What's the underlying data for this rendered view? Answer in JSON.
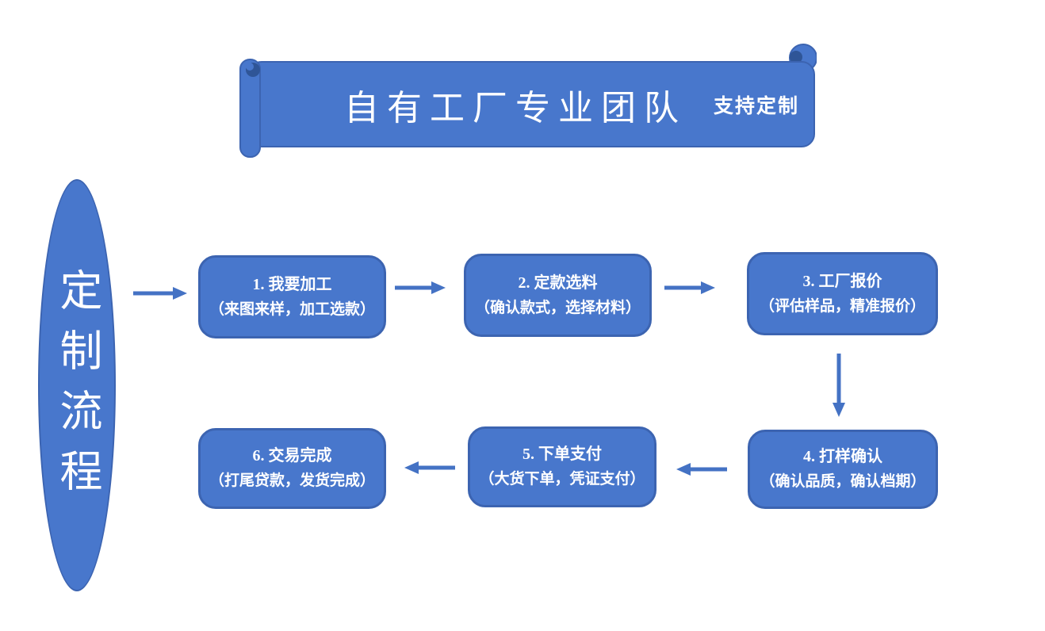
{
  "banner": {
    "title": "自有工厂专业团队",
    "subtitle": "支持定制"
  },
  "side_label": {
    "text": "定制流程"
  },
  "steps": [
    {
      "title": "1. 我要加工",
      "subtitle": "（来图来样，加工选款）"
    },
    {
      "title": "2. 定款选料",
      "subtitle": "（确认款式，选择材料）"
    },
    {
      "title": "3. 工厂报价",
      "subtitle": "（评估样品，精准报价）"
    },
    {
      "title": "4. 打样确认",
      "subtitle": "（确认品质，确认档期）"
    },
    {
      "title": "5. 下单支付",
      "subtitle": "（大货下单，凭证支付）"
    },
    {
      "title": "6. 交易完成",
      "subtitle": "（打尾贷款，发货完成）"
    }
  ],
  "icons": {
    "arrows": [
      "right-arrow-ellipse-to-step1",
      "right-arrow-step1-to-step2",
      "right-arrow-step2-to-step3",
      "down-arrow-step3-to-step4",
      "left-arrow-step4-to-step5",
      "left-arrow-step5-to-step6"
    ]
  },
  "colors": {
    "shape_fill": "#4877CC",
    "shape_border": "#3C64B1",
    "scroll_curl_dark": "#2F5597",
    "arrow": "#4472C4",
    "text": "#FFFFFF",
    "background": "#FFFFFF"
  }
}
